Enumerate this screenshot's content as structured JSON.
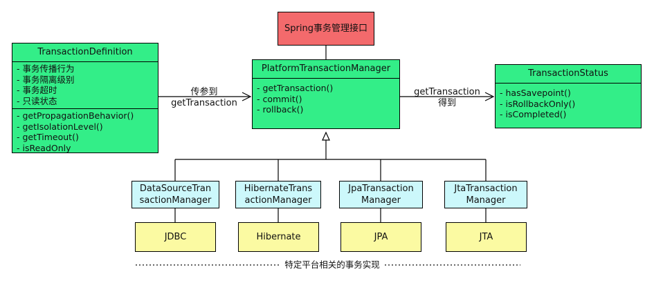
{
  "top_box": {
    "title": "Spring事务管理接口"
  },
  "definition": {
    "title": "TransactionDefinition",
    "attrs": [
      "- 事务传播行为",
      "- 事务隔离级别",
      "- 事务超时",
      "- 只读状态"
    ],
    "methods": [
      "- getPropagationBehavior()",
      "- getIsolationLevel()",
      "- getTimeout()",
      "- isReadOnly"
    ]
  },
  "manager": {
    "title": "PlatformTransactionManager",
    "methods": [
      "- getTransaction()",
      "- commit()",
      "- rollback()"
    ]
  },
  "status": {
    "title": "TransactionStatus",
    "methods": [
      "- hasSavepoint()",
      "- isRollbackOnly()",
      "- isCompleted()"
    ]
  },
  "edge_left": {
    "line1": "传参到",
    "line2": "getTransaction"
  },
  "edge_right": {
    "line1": "getTransaction",
    "line2": "得到"
  },
  "impls": [
    {
      "line1": "DataSourceTran",
      "line2": "sactionManager",
      "tech": "JDBC"
    },
    {
      "line1": "HibernateTrans",
      "line2": "actionManager",
      "tech": "Hibernate"
    },
    {
      "line1": "JpaTransaction",
      "line2": "Manager",
      "tech": "JPA"
    },
    {
      "line1": "JtaTransaction",
      "line2": "Manager",
      "tech": "JTA"
    }
  ],
  "footer": {
    "text": "特定平台相关的事务实现"
  }
}
